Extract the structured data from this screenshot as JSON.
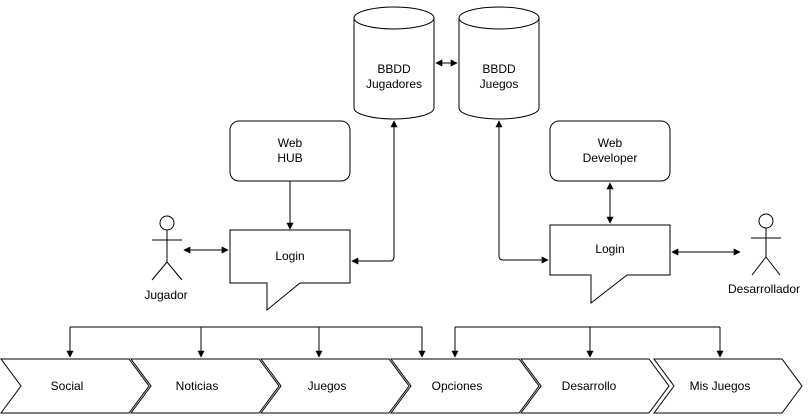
{
  "databases": {
    "players": {
      "line1": "BBDD",
      "line2": "Jugadores"
    },
    "games": {
      "line1": "BBDD",
      "line2": "Juegos"
    }
  },
  "web_hub": {
    "line1": "Web",
    "line2": "HUB"
  },
  "web_developer": {
    "line1": "Web",
    "line2": "Developer"
  },
  "login_left": {
    "label": "Login"
  },
  "login_right": {
    "label": "Login"
  },
  "actors": {
    "player": {
      "label": "Jugador"
    },
    "developer": {
      "label": "Desarrollador"
    }
  },
  "steps": [
    {
      "label": "Social"
    },
    {
      "label": "Noticias"
    },
    {
      "label": "Juegos"
    },
    {
      "label": "Opciones"
    },
    {
      "label": "Desarrollo"
    },
    {
      "label": "Mis Juegos"
    }
  ]
}
